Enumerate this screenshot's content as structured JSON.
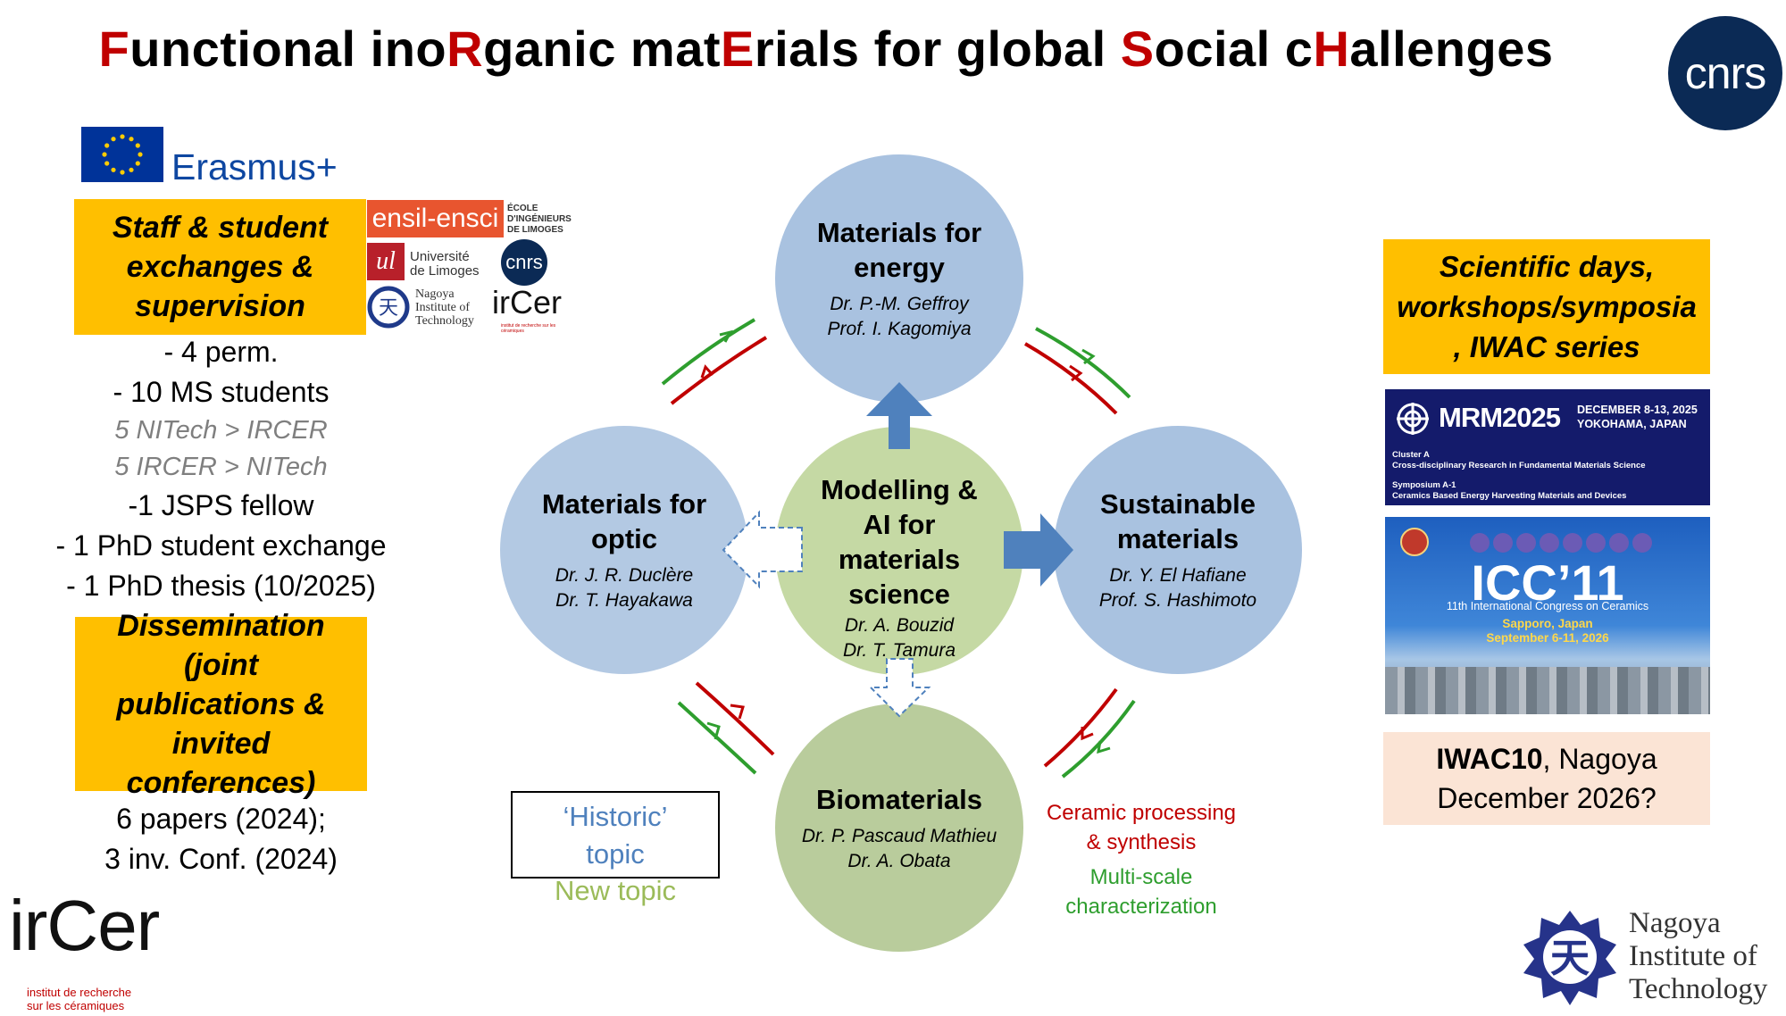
{
  "title": {
    "parts": [
      {
        "text": "F",
        "accent": true
      },
      {
        "text": "unctional ino",
        "accent": false
      },
      {
        "text": "R",
        "accent": true
      },
      {
        "text": "ganic mat",
        "accent": false
      },
      {
        "text": "E",
        "accent": true
      },
      {
        "text": "rials for global ",
        "accent": false
      },
      {
        "text": "S",
        "accent": true
      },
      {
        "text": "ocial c",
        "accent": false
      },
      {
        "text": "H",
        "accent": true
      },
      {
        "text": "allenges",
        "accent": false
      }
    ]
  },
  "logos": {
    "cnrs_top": "cnrs",
    "erasmus": "Erasmus+",
    "ensil": "ensil-ensci",
    "ensil_sub": [
      "ÉCOLE",
      "D'INGÉNIEURS",
      "DE LIMOGES"
    ],
    "unilim": [
      "Université",
      "de Limoges"
    ],
    "cnrs_small": "cnrs",
    "nitech_small": [
      "Nagoya",
      "Institute of",
      "Technology"
    ],
    "ircer_small": "irCer",
    "ircer_small_sub": "institut de recherche sur les céramiques",
    "ircer_big": "irCer",
    "ircer_big_sub": [
      "institut de recherche",
      "sur les céramiques"
    ],
    "nitech_big": [
      "Nagoya",
      "Institute of",
      "Technology"
    ]
  },
  "left": {
    "exchange_box": "Staff & student exchanges & supervision",
    "exchange_lines": [
      {
        "text": "- 4 perm.",
        "grey": false
      },
      {
        "text": "- 10 MS students",
        "grey": false
      },
      {
        "text": "5 NITech > IRCER",
        "grey": true
      },
      {
        "text": "5 IRCER > NITech",
        "grey": true
      },
      {
        "text": "-1 JSPS fellow",
        "grey": false
      },
      {
        "text": "- 1 PhD student exchange",
        "grey": false
      },
      {
        "text": "- 1 PhD thesis (10/2025)",
        "grey": false
      }
    ],
    "dissemination_box": "Dissemination (joint publications & invited conferences)",
    "dissemination_lines": [
      "6 papers (2024);",
      "3 inv. Conf. (2024)"
    ]
  },
  "diagram": {
    "energy": {
      "title": "Materials for energy",
      "names": [
        "Dr. P.-M. Geffroy",
        "Prof. I. Kagomiya"
      ]
    },
    "optic": {
      "title": "Materials for optic",
      "names": [
        "Dr. J. R. Duclère",
        "Dr. T. Hayakawa"
      ]
    },
    "center": {
      "title": "Modelling & AI for materials science",
      "names": [
        "Dr. A. Bouzid",
        "Dr. T. Tamura"
      ]
    },
    "sustainable": {
      "title": "Sustainable materials",
      "names": [
        "Dr. Y. El Hafiane",
        "Prof. S. Hashimoto"
      ]
    },
    "bio": {
      "title": "Biomaterials",
      "names": [
        "Dr. P. Pascaud Mathieu",
        "Dr. A. Obata"
      ]
    },
    "legend_historic": "‘Historic’ topic",
    "legend_new": "New topic",
    "processing": "Ceramic processing & synthesis",
    "characterization": "Multi-scale characterization",
    "colors": {
      "blue_circle": "#a9c2e0",
      "green_circle": "#c5d9a4",
      "dark_green_circle": "#b9cc9c",
      "red": "#c00000",
      "green": "#2e9e2e",
      "arrow_blue": "#4f81bd"
    }
  },
  "right": {
    "events_box": "Scientific days, workshops/symposia , IWAC series",
    "mrm": {
      "name": "MRM2025",
      "dates": "DECEMBER 8-13, 2025",
      "place": "YOKOHAMA, JAPAN",
      "cluster": "Cluster A",
      "cluster_desc": "Cross-disciplinary Research in Fundamental Materials Science",
      "symposium": "Symposium A-1",
      "symposium_desc": "Ceramics Based Energy Harvesting Materials and Devices"
    },
    "icc": {
      "name": "ICC’11",
      "subtitle": "11th International Congress on Ceramics",
      "place": "Sapporo, Japan",
      "dates": "September 6-11, 2026"
    },
    "iwac_bold": "IWAC10",
    "iwac_rest": ", Nagoya",
    "iwac_line2": "December 2026?"
  }
}
